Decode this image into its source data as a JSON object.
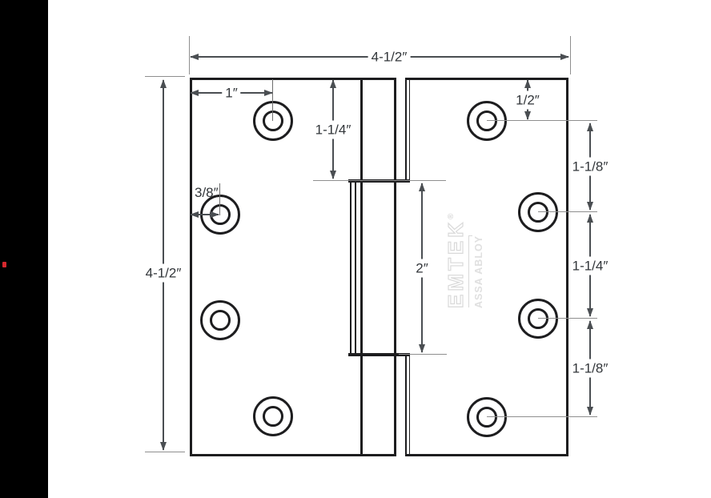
{
  "dimensions": {
    "overall_width": "4-1/2″",
    "overall_height": "4-1/2″",
    "top_hole_from_left_edge": "1″",
    "side_hole_from_left_edge": "3/8″",
    "top_edge_to_knuckle": "1-1/4″",
    "knuckle_length": "2″",
    "top_edge_to_first_right_hole": "1/2″",
    "right_hole_spacing_top": "1-1/8″",
    "right_hole_spacing_middle": "1-1/4″",
    "right_hole_spacing_bottom": "1-1/8″"
  },
  "watermark": {
    "brand": "EMTEK",
    "registered_mark": "®",
    "parent_brand": "ASSA ABLOY"
  },
  "colors": {
    "part_line": "#1d1d1f",
    "dimension_line": "#4a4e52",
    "extension_line": "#8f8f8f",
    "label_text": "#33373b",
    "watermark_gray": "#d9d9d9",
    "margin_bar": "#000000",
    "marker_red": "#d7282e",
    "background": "#ffffff"
  }
}
